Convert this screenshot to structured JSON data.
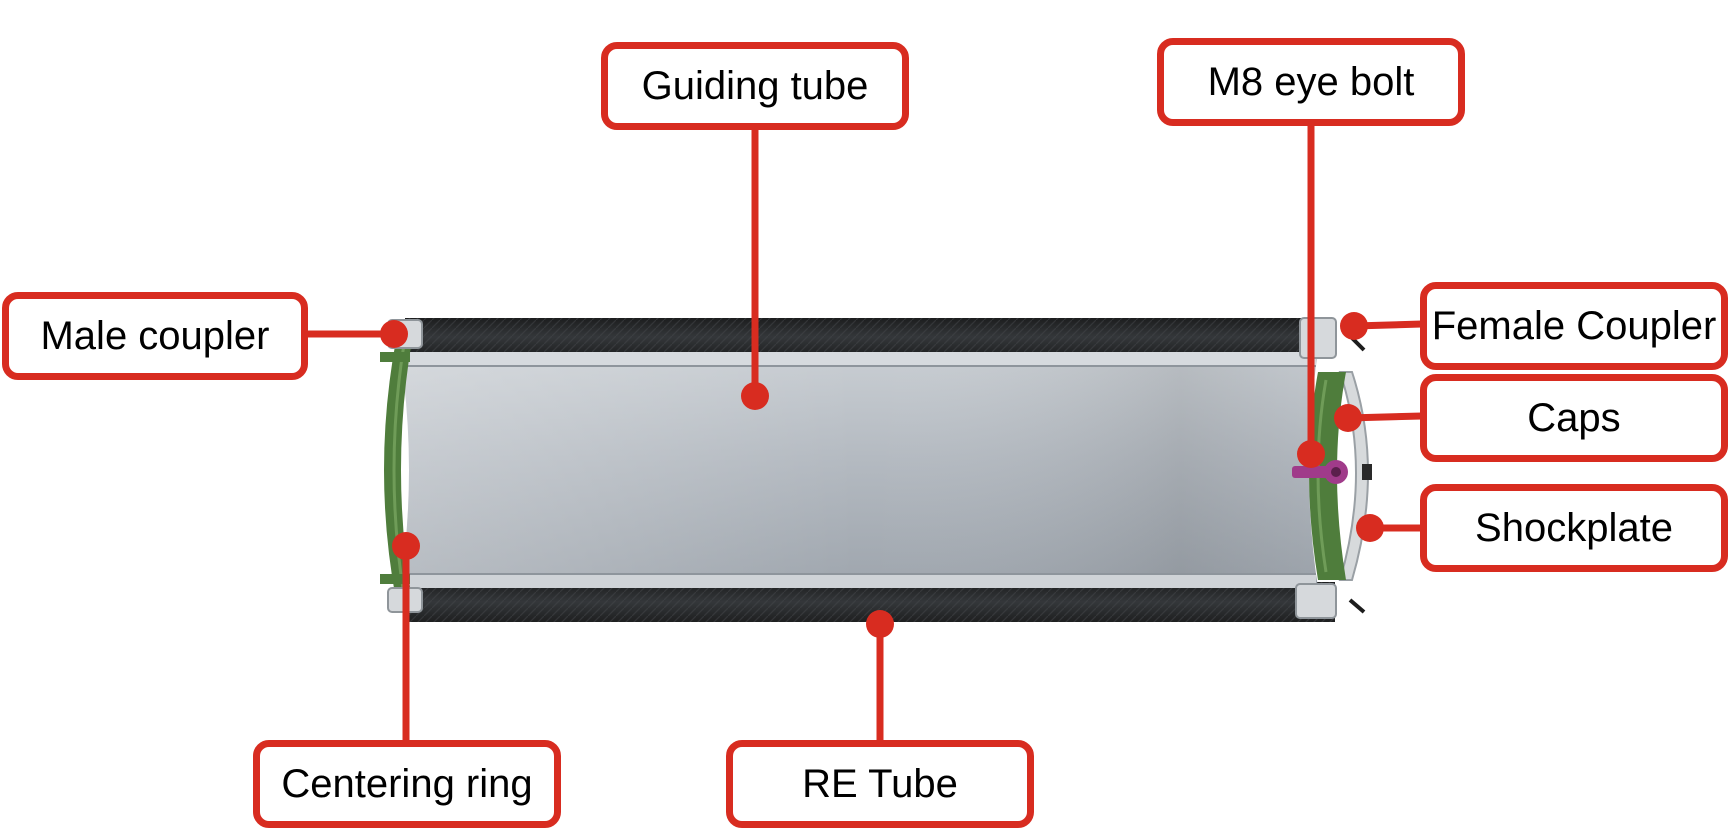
{
  "colors": {
    "callout": "#d82c20",
    "guiding_tube": "#b3b9c0",
    "carbon_tube": "#262829",
    "ring": "#4f7d3c",
    "eye_bolt": "#a03b8a"
  },
  "labels": {
    "guiding_tube": "Guiding tube",
    "eye_bolt": "M8 eye bolt",
    "male_coupler": "Male coupler",
    "female_coupler": "Female Coupler",
    "caps": "Caps",
    "shockplate": "Shockplate",
    "centering_ring": "Centering ring",
    "re_tube": "RE Tube"
  }
}
